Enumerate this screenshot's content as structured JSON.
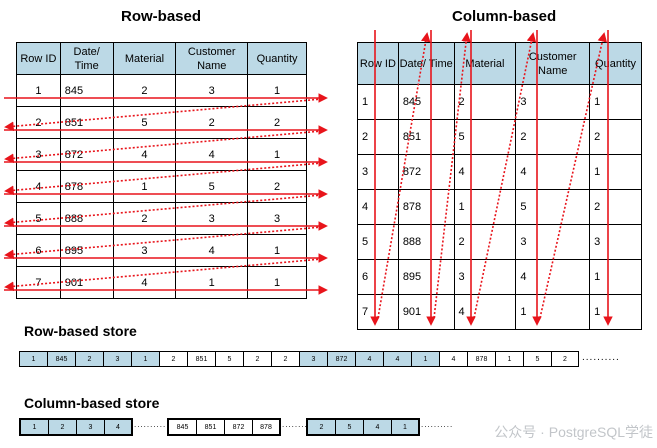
{
  "titles": {
    "row_based": "Row-based",
    "column_based": "Column-based",
    "row_store": "Row-based store",
    "column_store": "Column-based store"
  },
  "headers": [
    "Row ID",
    "Date/ Time",
    "Material",
    "Customer Name",
    "Quantity"
  ],
  "rows": [
    [
      "1",
      "845",
      "2",
      "3",
      "1"
    ],
    [
      "2",
      "851",
      "5",
      "2",
      "2"
    ],
    [
      "3",
      "872",
      "4",
      "4",
      "1"
    ],
    [
      "4",
      "878",
      "1",
      "5",
      "2"
    ],
    [
      "5",
      "888",
      "2",
      "3",
      "3"
    ],
    [
      "6",
      "895",
      "3",
      "4",
      "1"
    ],
    [
      "7",
      "901",
      "4",
      "1",
      "1"
    ]
  ],
  "row_store_cells": [
    "1",
    "845",
    "2",
    "3",
    "1",
    "2",
    "851",
    "5",
    "2",
    "2",
    "3",
    "872",
    "4",
    "4",
    "1",
    "4",
    "878",
    "1",
    "5",
    "2"
  ],
  "column_store_groups": [
    [
      "1",
      "2",
      "3",
      "4"
    ],
    [
      "845",
      "851",
      "872",
      "878"
    ],
    [
      "2",
      "5",
      "4",
      "1"
    ]
  ],
  "ellipsis": "..........",
  "watermark": "公众号 · PostgreSQL学徒",
  "colors": {
    "header_fill": "#bcd9e6",
    "arrow": "#e8141b"
  }
}
